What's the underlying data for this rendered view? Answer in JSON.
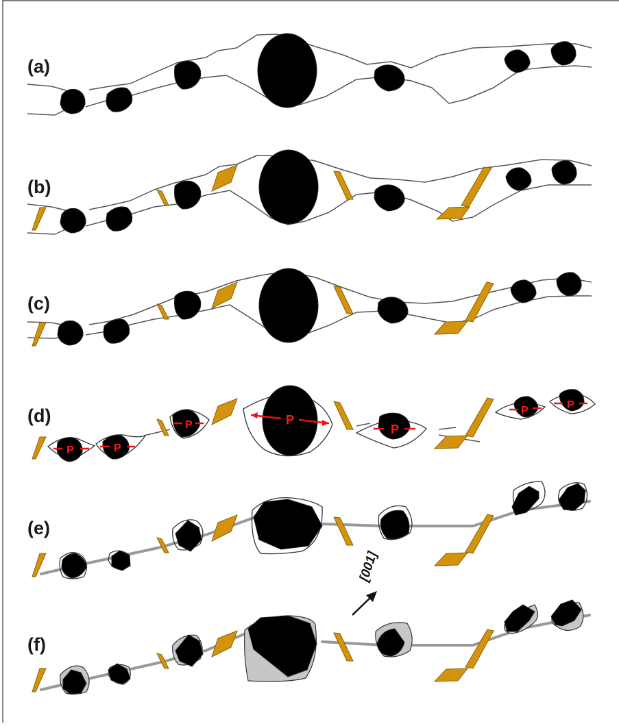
{
  "panels": [
    {
      "id": "a",
      "label": "(a)"
    },
    {
      "id": "b",
      "label": "(b)"
    },
    {
      "id": "c",
      "label": "(c)"
    },
    {
      "id": "d",
      "label": "(d)"
    },
    {
      "id": "e",
      "label": "(e)"
    },
    {
      "id": "f",
      "label": "(f)"
    }
  ],
  "pore_label": "P",
  "direction_label": "[001]",
  "colors": {
    "grain": "#000000",
    "precipitate": "#d4930c",
    "pore_marker": "#ff1a1a",
    "boundary": "#555555",
    "shadow": "#c7c7c7"
  }
}
